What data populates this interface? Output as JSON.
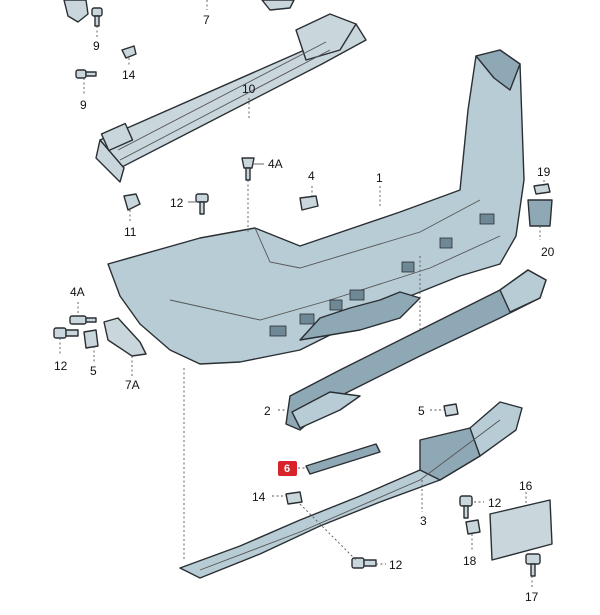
{
  "callouts": [
    {
      "id": "c-7",
      "text": "7"
    },
    {
      "id": "c-9-top",
      "text": "9"
    },
    {
      "id": "c-14-top",
      "text": "14"
    },
    {
      "id": "c-9-mid",
      "text": "9"
    },
    {
      "id": "c-10",
      "text": "10"
    },
    {
      "id": "c-4a-top",
      "text": "4A"
    },
    {
      "id": "c-1",
      "text": "1"
    },
    {
      "id": "c-4",
      "text": "4"
    },
    {
      "id": "c-12-left",
      "text": "12"
    },
    {
      "id": "c-11",
      "text": "11"
    },
    {
      "id": "c-19",
      "text": "19"
    },
    {
      "id": "c-20",
      "text": "20"
    },
    {
      "id": "c-4a-left",
      "text": "4A"
    },
    {
      "id": "c-12-bl",
      "text": "12"
    },
    {
      "id": "c-5-left",
      "text": "5"
    },
    {
      "id": "c-7a",
      "text": "7A"
    },
    {
      "id": "c-2",
      "text": "2"
    },
    {
      "id": "c-5-right",
      "text": "5"
    },
    {
      "id": "c-6",
      "text": "6",
      "highlight": true
    },
    {
      "id": "c-14-bot",
      "text": "14"
    },
    {
      "id": "c-12-right",
      "text": "12"
    },
    {
      "id": "c-16",
      "text": "16"
    },
    {
      "id": "c-3",
      "text": "3"
    },
    {
      "id": "c-18",
      "text": "18"
    },
    {
      "id": "c-12-bot",
      "text": "12"
    },
    {
      "id": "c-17",
      "text": "17"
    }
  ],
  "colors": {
    "highlight": "#d8232a",
    "part_fill": "#b8ccd6",
    "outline": "#2a2f33"
  }
}
